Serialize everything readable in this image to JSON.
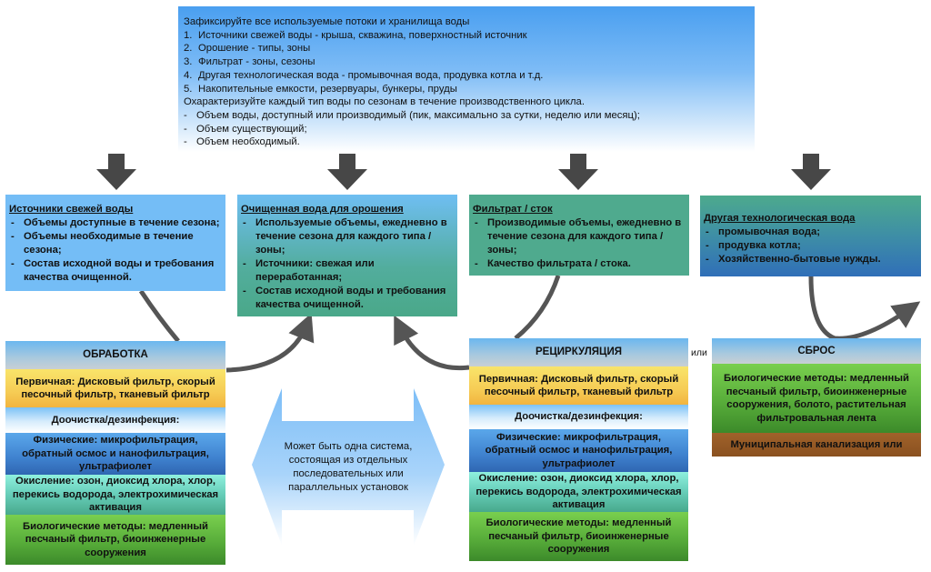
{
  "instructions": {
    "heading": "Зафиксируйте все используемые потоки и хранилища воды",
    "numbered": [
      {
        "num": "1.",
        "text": "Источники свежей воды - крыша, скважина, поверхностный источник"
      },
      {
        "num": "2.",
        "text": "Орошение - типы, зоны"
      },
      {
        "num": "3.",
        "text": "Фильтрат - зоны, сезоны"
      },
      {
        "num": "4.",
        "text": "Другая технологическая вода - промывочная вода, продувка котла и т.д."
      },
      {
        "num": "5.",
        "text": "Накопительные емкости, резервуары, бункеры, пруды"
      }
    ],
    "subheading": "Охарактеризуйте каждый тип воды по сезонам в течение производственного цикла.",
    "bullets": [
      "Объем воды, доступный или производимый (пик, максимально за сутки, неделю или месяц);",
      "Объем существующий;",
      "Объем необходимый."
    ]
  },
  "boxes": {
    "fresh": {
      "title": "Источники свежей воды",
      "items": [
        "Объемы доступные в течение сезона;",
        "Объемы необходимые в течение сезона;",
        "Состав исходной воды и требования качества очищенной."
      ]
    },
    "irrigation": {
      "title": "Очищенная вода для орошения",
      "items": [
        "Используемые объемы, ежедневно в течение сезона для каждого типа / зоны;",
        "Источники: свежая или переработанная;",
        "Состав исходной воды и требования качества очищенной."
      ]
    },
    "filtrate": {
      "title": "Фильтрат / сток",
      "items": [
        "Производимые объемы, ежедневно в течение сезона для каждого типа / зоны;",
        "Качество фильтрата / стока."
      ]
    },
    "other": {
      "title": "Другая технологическая вода",
      "items": [
        "промывочная вода;",
        "продувка котла;",
        "Хозяйственно-бытовые нужды."
      ]
    }
  },
  "treatment": {
    "header": "ОБРАБОТКА",
    "primary": "Первичная: Дисковый фильтр, скорый песочный фильтр, тканевый фильтр",
    "polishing": "Доочистка/дезинфекция:",
    "physical": "Физические: микрофильтрация, обратный осмос и нанофильтрация, ультрафиолет",
    "oxidation": "Окисление: озон, диоксид хлора, хлор, перекись водорода,  электрохимическая активация",
    "biological": "Биологические методы: медленный песчаный фильтр, биоинженерные сооружения"
  },
  "recirculation": {
    "header": "РЕЦИРКУЛЯЦИЯ",
    "primary": "Первичная: Дисковый фильтр, скорый песочный фильтр, тканевый фильтр",
    "polishing": "Доочистка/дезинфекция:",
    "physical": "Физические: микрофильтрация, обратный осмос и нанофильтрация, ультрафиолет",
    "oxidation": "Окисление: озон, диоксид хлора, хлор, перекись водорода,  электрохимическая активация",
    "biological": "Биологические методы: медленный песчаный фильтр, биоинженерные сооружения"
  },
  "or_label": "или",
  "discharge": {
    "header": "СБРОС",
    "biological": "Биологические методы: медленный песчаный фильтр, биоинженерные сооружения, болото, растительная фильтровальная лента",
    "municipal": "Муниципальная канализация или"
  },
  "double_arrow_note": "Может быть одна система, состоящая из отдельных последовательных или параллельных установок",
  "colors": {
    "arrow": "#474747",
    "top_box": "#4a9ff0",
    "fresh_box": "#74bdf6",
    "filtrate_box": "#4faa8e",
    "other_box_bottom": "#306fb8",
    "double_arrow": "#7dbef7"
  }
}
